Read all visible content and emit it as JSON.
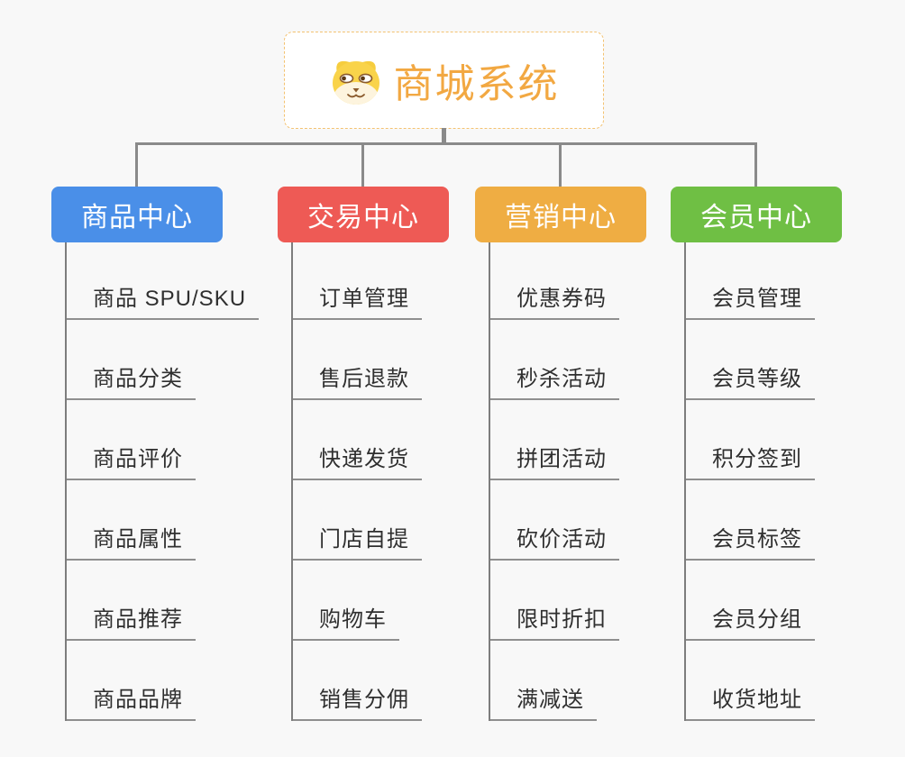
{
  "root": {
    "label": "商城系统",
    "icon": "doge-icon"
  },
  "branches": [
    {
      "label": "商品中心",
      "color": "#4a8fe8",
      "children": [
        "商品 SPU/SKU",
        "商品分类",
        "商品评价",
        "商品属性",
        "商品推荐",
        "商品品牌"
      ]
    },
    {
      "label": "交易中心",
      "color": "#ee5a55",
      "children": [
        "订单管理",
        "售后退款",
        "快递发货",
        "门店自提",
        "购物车",
        "销售分佣"
      ]
    },
    {
      "label": "营销中心",
      "color": "#efad43",
      "children": [
        "优惠券码",
        "秒杀活动",
        "拼团活动",
        "砍价活动",
        "限时折扣",
        "满减送"
      ]
    },
    {
      "label": "会员中心",
      "color": "#6fbf44",
      "children": [
        "会员管理",
        "会员等级",
        "积分签到",
        "会员标签",
        "会员分组",
        "收货地址"
      ]
    }
  ],
  "colors": {
    "background": "#f8f8f8",
    "connector": "#8a8a8a",
    "root_text": "#f2a842",
    "root_border": "#f3c271",
    "leaf_text": "#2f2f2f"
  }
}
